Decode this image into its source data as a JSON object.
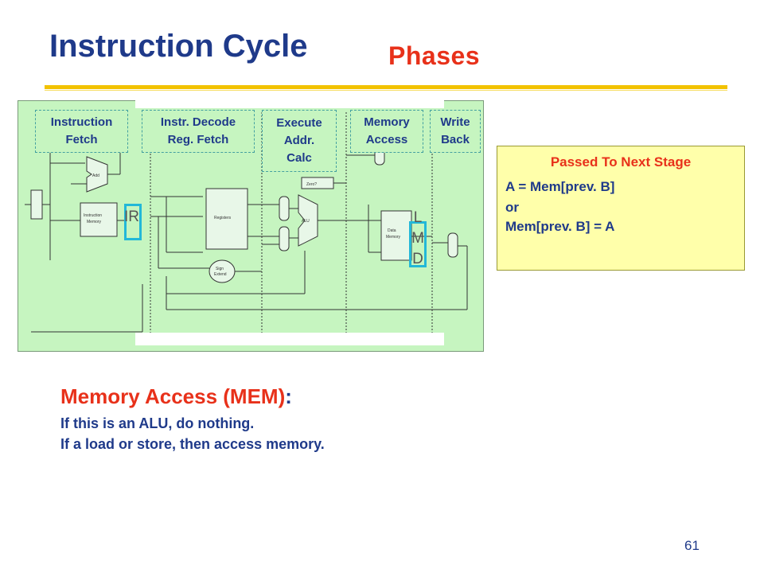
{
  "slide": {
    "title": "Instruction Cycle",
    "subtitle": "Phases",
    "page_number": "61"
  },
  "diagram": {
    "phases": [
      {
        "id": "if",
        "label": "Instruction\nFetch"
      },
      {
        "id": "id",
        "label": "Instr. Decode\nReg. Fetch"
      },
      {
        "id": "ex",
        "label": "Execute\nAddr.\nCalc"
      },
      {
        "id": "mem",
        "label": "Memory\nAccess"
      },
      {
        "id": "wb",
        "label": "Write\nBack"
      }
    ],
    "ir_label": "IR",
    "lmd_label": [
      "L",
      "M",
      "D"
    ],
    "block_labels": {
      "adder": "Add",
      "instr_memory": "Instruction\nMemory",
      "registers": "Registers",
      "sign_extend": "Sign\nExtend",
      "zero_test": "Zero?",
      "alu": "ALU",
      "data_memory": "Data\nMemory"
    }
  },
  "note": {
    "heading": "Passed To Next Stage",
    "lines": [
      "A = Mem[prev. B]",
      "or",
      "Mem[prev. B] = A"
    ]
  },
  "description": {
    "title": "Memory Access (MEM)",
    "colon": ":",
    "lines": [
      "If this  is an ALU, do nothing.",
      "If a load or store, then access  memory."
    ]
  }
}
